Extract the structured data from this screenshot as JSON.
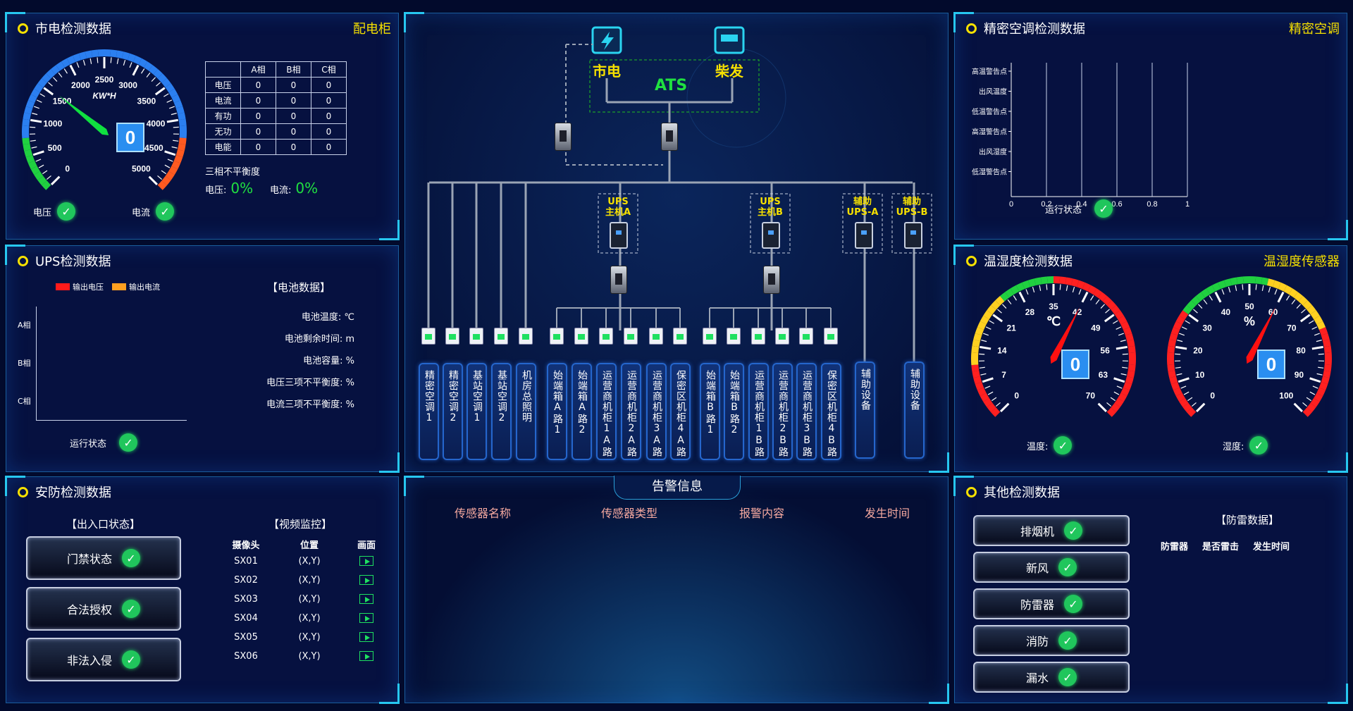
{
  "colors": {
    "accent": "#27c7f0",
    "title_ring": "#f6e000",
    "ok": "#20c65c",
    "green": "#20e040",
    "tag": "#f6e000"
  },
  "mains": {
    "title": "市电检测数据",
    "tag": "配电柜",
    "gauge": {
      "ticks": [
        "0",
        "500",
        "1000",
        "1500",
        "2000",
        "2500",
        "3000",
        "3500",
        "4000",
        "4500",
        "5000"
      ],
      "unit": "KW*H",
      "value": "0",
      "needle_value": 1550,
      "max": 5000
    },
    "voltage_label": "电压",
    "current_label": "电流",
    "table": {
      "headers": [
        "",
        "A相",
        "B相",
        "C相"
      ],
      "rows": [
        [
          "电压",
          "0",
          "0",
          "0"
        ],
        [
          "电流",
          "0",
          "0",
          "0"
        ],
        [
          "有功",
          "0",
          "0",
          "0"
        ],
        [
          "无功",
          "0",
          "0",
          "0"
        ],
        [
          "电能",
          "0",
          "0",
          "0"
        ]
      ]
    },
    "imbalance_title": "三相不平衡度",
    "v_label": "电压:",
    "v_val": "0%",
    "i_label": "电流:",
    "i_val": "0%"
  },
  "ups": {
    "title": "UPS检测数据",
    "legend": [
      {
        "name": "输出电压",
        "color": "#ff1a1a"
      },
      {
        "name": "输出电流",
        "color": "#ffa020"
      }
    ],
    "rows": [
      "A相",
      "B相",
      "C相"
    ],
    "status_label": "运行状态",
    "battery": {
      "title": "【电池数据】",
      "items": [
        "电池温度: ℃",
        "电池剩余时间: m",
        "电池容量: %",
        "电压三项不平衡度: %",
        "电流三项不平衡度: %"
      ]
    }
  },
  "security": {
    "title": "安防检测数据",
    "door_title": "【出入口状态】",
    "buttons": [
      "门禁状态",
      "合法授权",
      "非法入侵"
    ],
    "video_title": "【视频监控】",
    "cam_headers": [
      "摄像头",
      "位置",
      "画面"
    ],
    "cams": [
      [
        "SX01",
        "(X,Y)"
      ],
      [
        "SX02",
        "(X,Y)"
      ],
      [
        "SX03",
        "(X,Y)"
      ],
      [
        "SX04",
        "(X,Y)"
      ],
      [
        "SX05",
        "(X,Y)"
      ],
      [
        "SX06",
        "(X,Y)"
      ]
    ]
  },
  "ac": {
    "title": "精密空调检测数据",
    "tag": "精密空调",
    "ylabels": [
      "高温警告点",
      "出风温度",
      "低温警告点",
      "高湿警告点",
      "出风湿度",
      "低湿警告点"
    ],
    "xticks": [
      "0",
      "0.2",
      "0.4",
      "0.6",
      "0.8",
      "1"
    ],
    "status_label": "运行状态"
  },
  "env": {
    "title": "温湿度检测数据",
    "tag": "温湿度传感器",
    "temp": {
      "ticks": [
        "0",
        "7",
        "14",
        "21",
        "28",
        "35",
        "42",
        "49",
        "56",
        "63",
        "70"
      ],
      "unit": "℃",
      "value": "0",
      "label": "温度:",
      "needle_value": 42,
      "max": 70
    },
    "hum": {
      "ticks": [
        "0",
        "10",
        "20",
        "30",
        "40",
        "50",
        "60",
        "70",
        "80",
        "90",
        "100"
      ],
      "unit": "%",
      "value": "0",
      "label": "湿度:",
      "needle_value": 60,
      "max": 100
    }
  },
  "other": {
    "title": "其他检测数据",
    "buttons": [
      "排烟机",
      "新风",
      "防雷器",
      "消防",
      "漏水"
    ],
    "lightning_title": "【防雷数据】",
    "lightning_headers": [
      "防雷器",
      "是否雷击",
      "发生时间"
    ]
  },
  "alarm": {
    "title": "告警信息",
    "headers": [
      "传感器名称",
      "传感器类型",
      "报警内容",
      "发生时间"
    ]
  },
  "diagram": {
    "mains": "市电",
    "diesel": "柴发",
    "ats": "ATS",
    "upsA": "UPS\n主机A",
    "upsB": "UPS\n主机B",
    "auxA": "辅助\nUPS-A",
    "auxB": "辅助\nUPS-B",
    "loads": [
      "精密空调1",
      "精密空调2",
      "基站空调1",
      "基站空调2",
      "机房总照明",
      "始端箱A路1",
      "始端箱A路2",
      "运营商机柜1A路",
      "运营商机柜2A路",
      "运营商机柜3A路",
      "保密区机柜4A路",
      "始端箱B路1",
      "始端箱B路2",
      "运营商机柜1B路",
      "运营商机柜2B路",
      "运营商机柜3B路",
      "保密区机柜4B路",
      "辅助设备",
      "辅助设备"
    ]
  }
}
